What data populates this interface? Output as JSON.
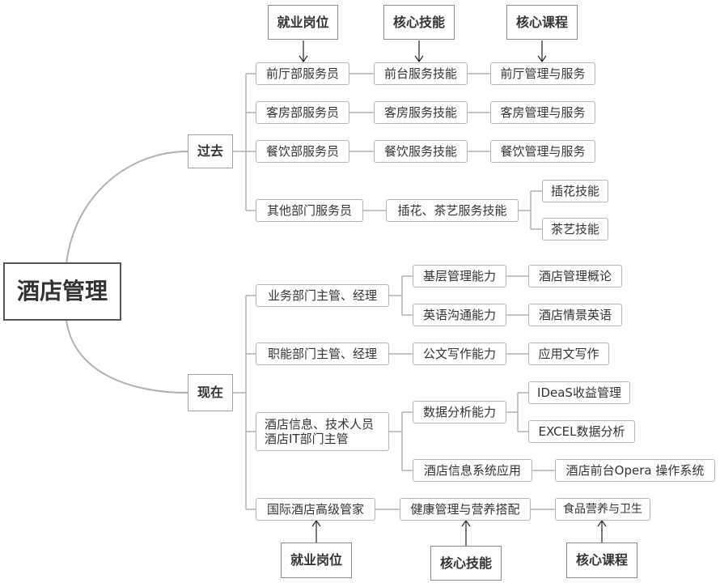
{
  "root": "酒店管理",
  "headers": {
    "job": "就业岗位",
    "skill": "核心技能",
    "course": "核心课程"
  },
  "branches": {
    "past": {
      "label": "过去",
      "rows": [
        {
          "job": "前厅部服务员",
          "skill": "前台服务技能",
          "course": "前厅管理与服务"
        },
        {
          "job": "客房部服务员",
          "skill": "客房服务技能",
          "course": "客房管理与服务"
        },
        {
          "job": "餐饮部服务员",
          "skill": "餐饮服务技能",
          "course": "餐饮管理与服务"
        },
        {
          "job": "其他部门服务员",
          "skill": "插花、茶艺服务技能",
          "courses": [
            "插花技能",
            "茶艺技能"
          ]
        }
      ]
    },
    "present": {
      "label": "现在",
      "rows": [
        {
          "job": "业务部门主管、经理",
          "skills": [
            {
              "skill": "基层管理能力",
              "course": "酒店管理概论"
            },
            {
              "skill": "英语沟通能力",
              "course": "酒店情景英语"
            }
          ]
        },
        {
          "job": "职能部门主管、经理",
          "skills": [
            {
              "skill": "公文写作能力",
              "course": "应用文写作"
            }
          ]
        },
        {
          "job_lines": [
            "酒店信息、技术人员",
            "酒店IT部门主管"
          ],
          "skills": [
            {
              "skill": "数据分析能力",
              "courses": [
                "IDeaS收益管理",
                "EXCEL数据分析"
              ]
            },
            {
              "skill": "酒店信息系统应用",
              "course": "酒店前台Opera 操作系统"
            }
          ]
        },
        {
          "job": "国际酒店高级管家",
          "skills": [
            {
              "skill": "健康管理与营养搭配",
              "course": "食品营养与卫生"
            }
          ]
        }
      ]
    }
  }
}
